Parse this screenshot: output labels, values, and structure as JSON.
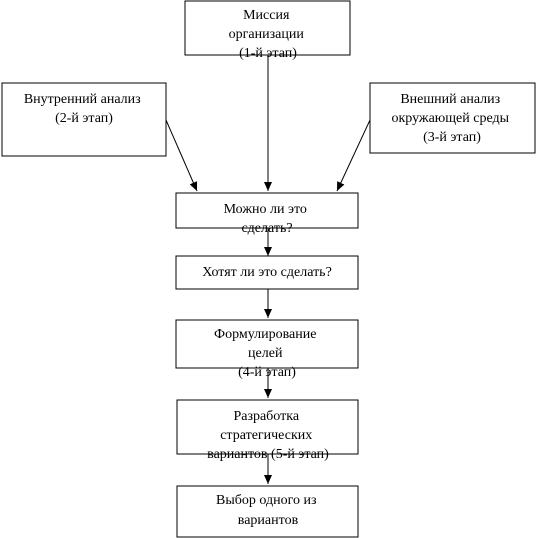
{
  "boxes": {
    "mission": {
      "lines": [
        "Миссия",
        "организации",
        "(1-й этап)"
      ]
    },
    "internal": {
      "lines": [
        "Внутренний анализ",
        "(2-й этап)"
      ]
    },
    "external": {
      "lines": [
        "Внешний анализ",
        "окружающей среды",
        "(3-й этап)"
      ]
    },
    "can_do": {
      "lines": [
        "Можно ли это",
        "сделать?"
      ]
    },
    "want_do": {
      "lines": [
        "Хотят ли это сделать?"
      ]
    },
    "goals": {
      "lines": [
        "Формулирование",
        "целей",
        "(4-й этап)"
      ]
    },
    "options": {
      "lines": [
        "Разработка",
        "стратегических",
        "вариантов (5-й этап)"
      ]
    },
    "choice": {
      "lines": [
        "Выбор одного из",
        "вариантов"
      ]
    }
  }
}
